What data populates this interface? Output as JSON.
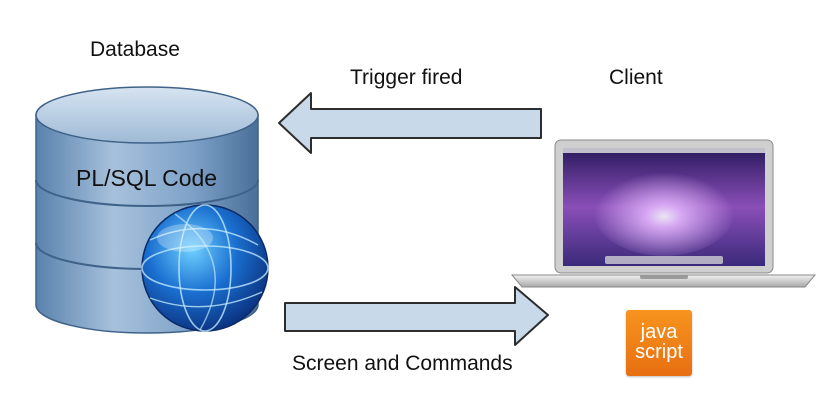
{
  "database": {
    "title": "Database",
    "code_label": "PL/SQL Code"
  },
  "client": {
    "title": "Client",
    "js_badge": {
      "line1": "java",
      "line2": "script"
    }
  },
  "arrows": {
    "top": {
      "label": "Trigger fired",
      "direction": "left"
    },
    "bottom": {
      "label": "Screen and Commands",
      "direction": "right"
    }
  },
  "colors": {
    "arrow_fill": "#c8d9ea",
    "arrow_stroke": "#2d2d2d",
    "db_blue": "#5d88b8",
    "js_orange": "#f7941e"
  }
}
